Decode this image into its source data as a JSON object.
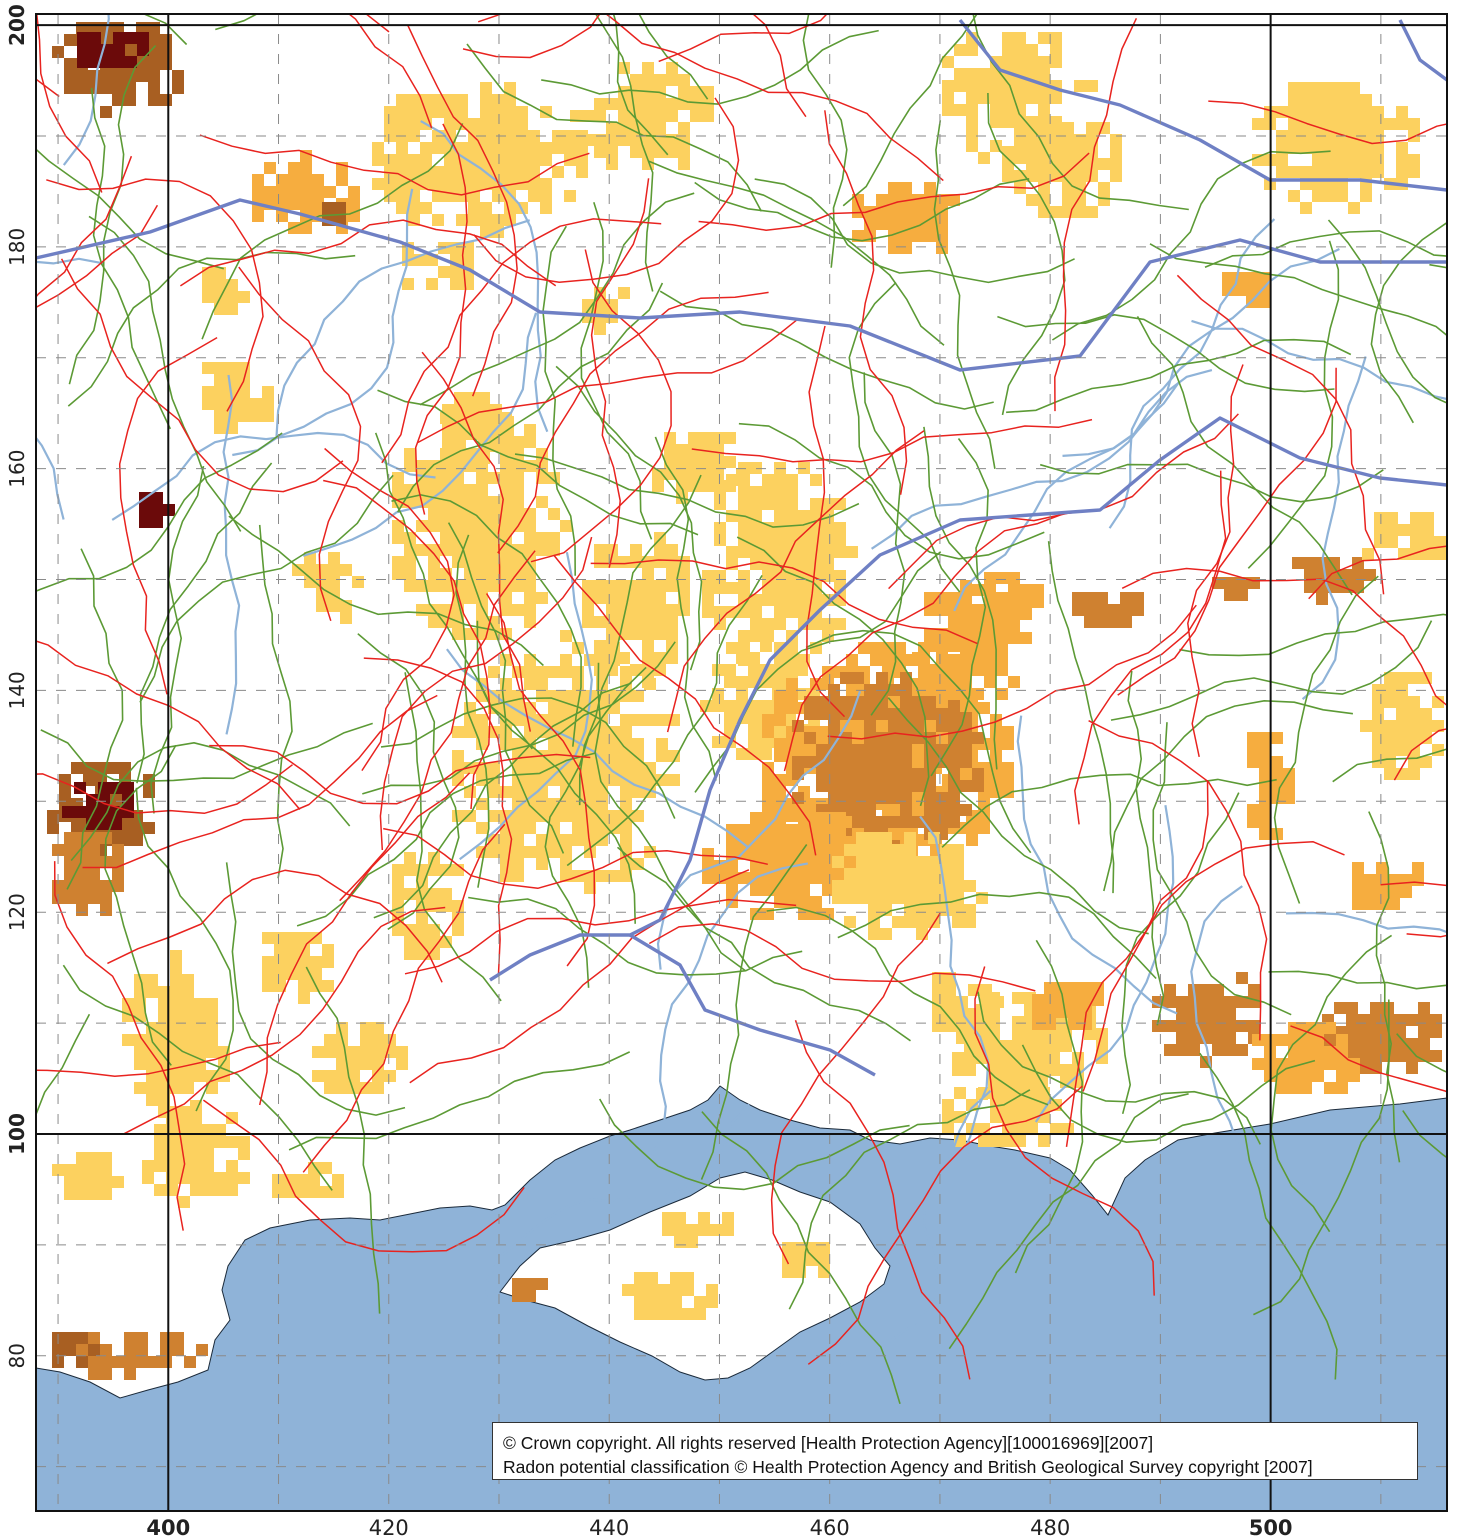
{
  "map": {
    "x_range": [
      388,
      516
    ],
    "y_range": [
      66,
      201
    ],
    "grid_minor_step": 10,
    "grid_major_step": 100,
    "x_ticks": [
      400,
      420,
      440,
      460,
      480,
      500
    ],
    "y_ticks": [
      80,
      100,
      120,
      140,
      160,
      180,
      200
    ],
    "major_ticks": [
      100,
      200,
      400,
      500
    ],
    "colors": {
      "sea": "#8fb3d8",
      "land": "#ffffff",
      "radon_class_1": "#fcd15f",
      "radon_class_2": "#f6ad3f",
      "radon_class_3": "#cf8130",
      "radon_class_4": "#a85f22",
      "radon_class_5": "#6b0a0a",
      "motorway": "#6f80c4",
      "a_road": "#e8231f",
      "b_road": "#5c9a35",
      "river": "#8fb3d8",
      "grid_major": "#111111",
      "grid_minor": "#8a8a8a"
    },
    "places_icons": [
      "coastline",
      "radon-grid",
      "road-network",
      "river-network"
    ]
  },
  "credits": {
    "line1": "© Crown copyright. All rights reserved [Health Protection Agency][100016969][2007]",
    "line2": "Radon potential classification © Health Protection Agency and British Geological Survey copyright [2007]"
  }
}
